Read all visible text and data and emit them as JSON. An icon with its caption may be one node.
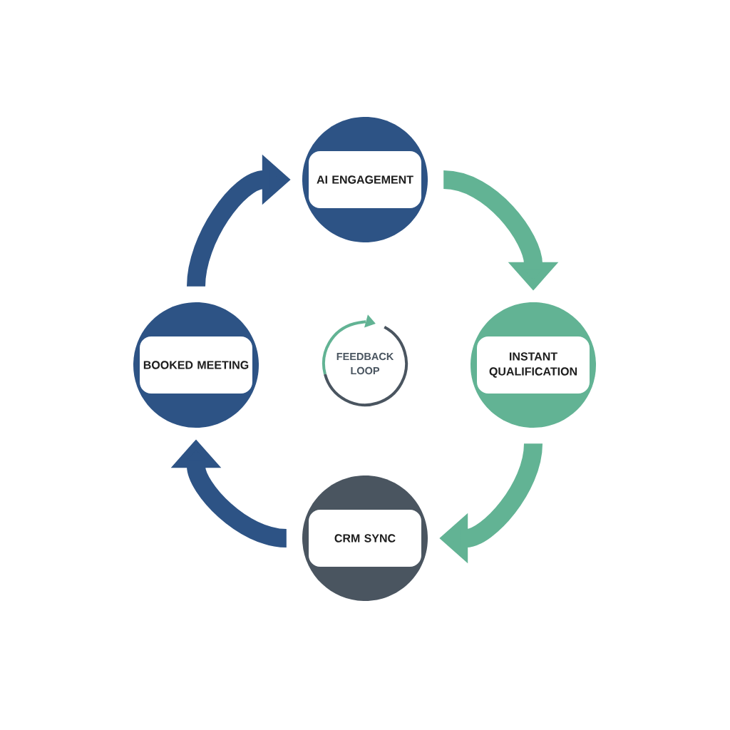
{
  "diagram": {
    "nodes": [
      {
        "text": [
          "AI ENGAGEMENT"
        ]
      },
      {
        "text": [
          "INSTANT QUALIFICATION"
        ]
      },
      {
        "text": [
          "CRM SYNC"
        ]
      },
      {
        "text": [
          "BOOKED MEETING"
        ]
      },
      {
        "text": [
          "FEEDBACK LOOP"
        ]
      }
    ],
    "edges": [
      {
        "from": 0,
        "to": 1,
        "arrow": "to",
        "color": "#62b394"
      },
      {
        "from": 1,
        "to": 2,
        "arrow": "to",
        "color": "#62b394"
      },
      {
        "from": 2,
        "to": 3,
        "arrow": "to",
        "color": "#2d5385"
      },
      {
        "from": 3,
        "to": 0,
        "arrow": "to",
        "color": "#2d5385"
      }
    ]
  }
}
